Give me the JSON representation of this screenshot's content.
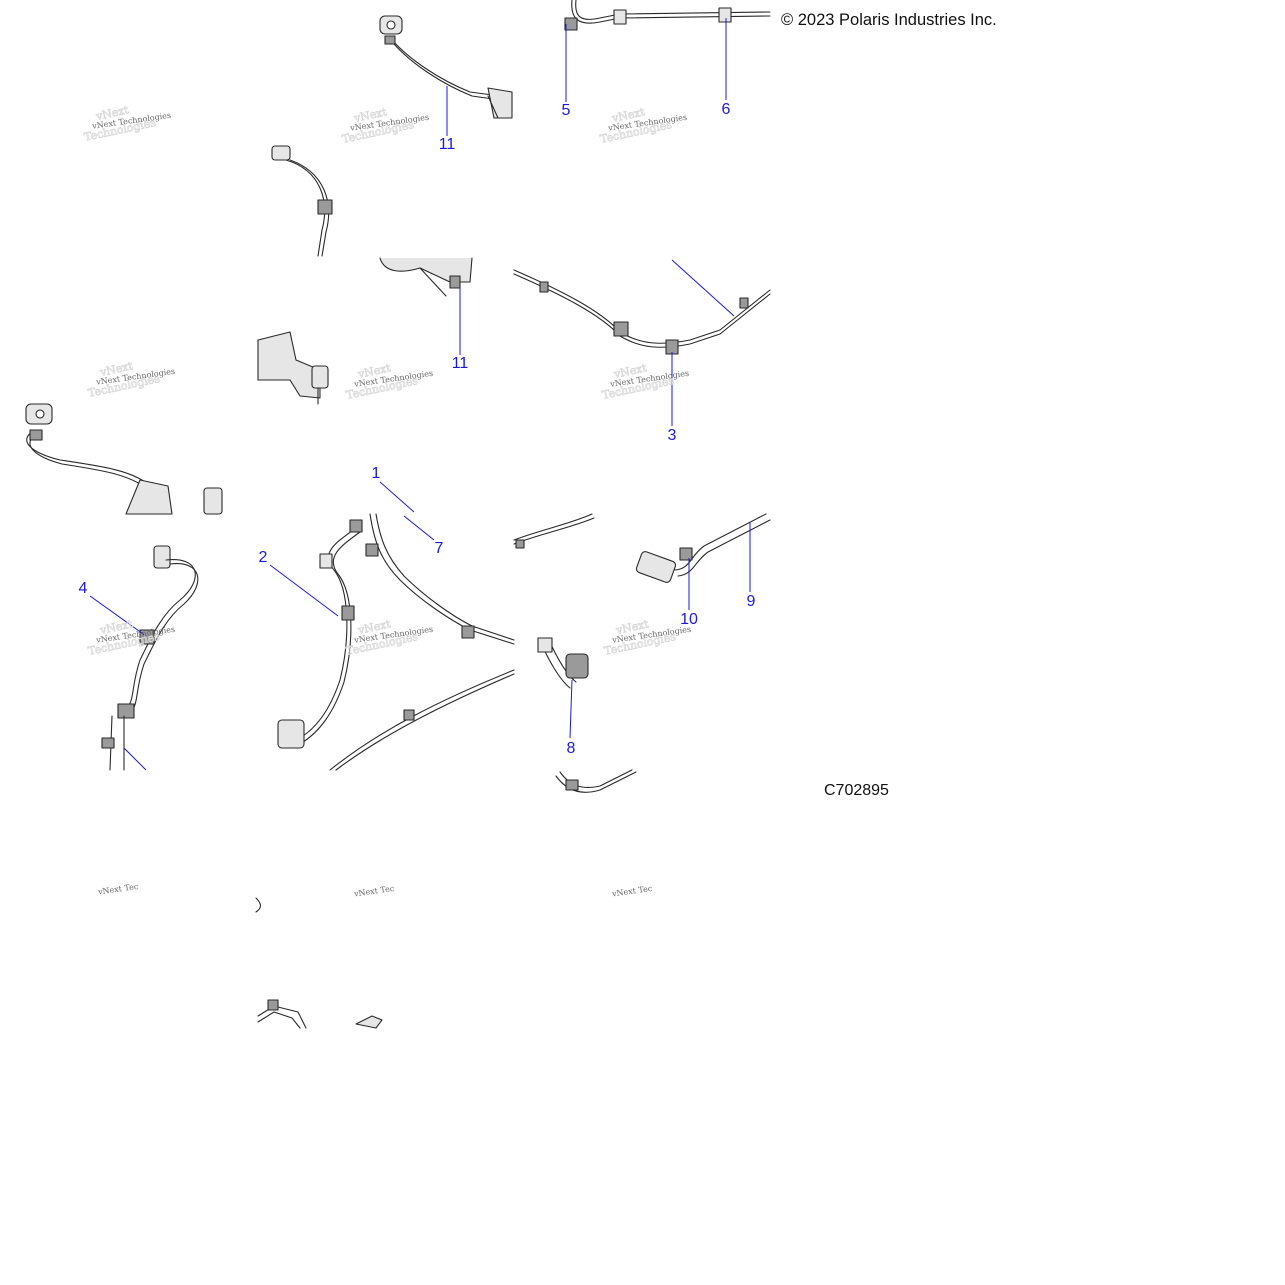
{
  "copyright": "© 2023 Polaris Industries Inc.",
  "figure_id": "C702895",
  "watermark_text": "vNext Technologies",
  "watermark_text_partial": "vNext Tec",
  "callouts": [
    {
      "id": "c11a",
      "label": "11"
    },
    {
      "id": "c5",
      "label": "5"
    },
    {
      "id": "c6",
      "label": "6"
    },
    {
      "id": "c11b",
      "label": "11"
    },
    {
      "id": "c3",
      "label": "3"
    },
    {
      "id": "c1",
      "label": "1"
    },
    {
      "id": "c7",
      "label": "7"
    },
    {
      "id": "c2",
      "label": "2"
    },
    {
      "id": "c4",
      "label": "4"
    },
    {
      "id": "c9",
      "label": "9"
    },
    {
      "id": "c10",
      "label": "10"
    },
    {
      "id": "c8",
      "label": "8"
    }
  ],
  "colors": {
    "callout": "#1a1ad8",
    "line_art": "#2a2a2a",
    "part_fill": "#e6e6e6",
    "connector_fill": "#9a9a9a"
  }
}
